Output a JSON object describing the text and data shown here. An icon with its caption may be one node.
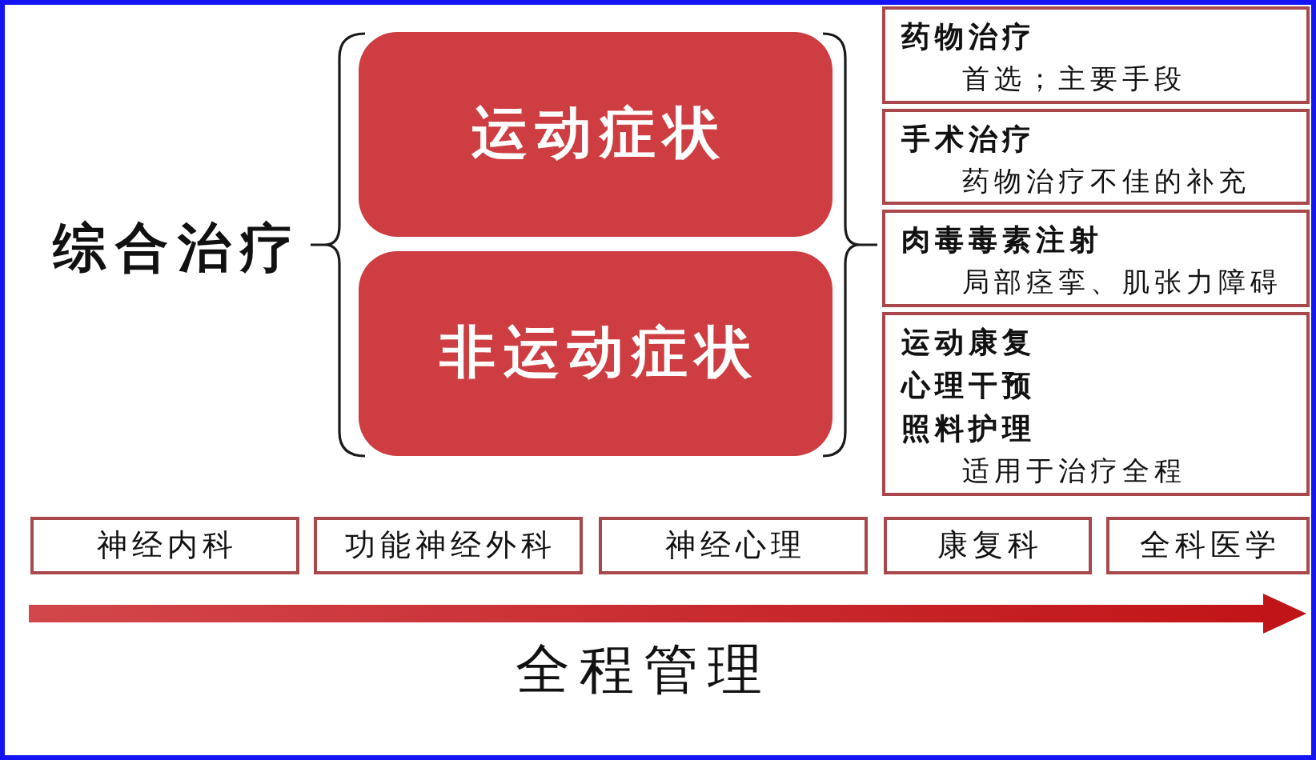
{
  "diagram": {
    "nodes": [
      {
        "text": [
          "运动症状"
        ]
      },
      {
        "text": [
          "非运动症状"
        ]
      },
      {
        "text": [
          "药物治疗",
          "首选；主要手段"
        ]
      },
      {
        "text": [
          "手术治疗",
          "药物治疗不佳的补充"
        ]
      },
      {
        "text": [
          "肉毒毒素注射",
          "局部痉挛、肌张力障碍"
        ]
      },
      {
        "text": [
          "运动康复",
          "心理干预",
          "照料护理",
          "适用于治疗全程"
        ]
      },
      {
        "text": [
          "神经内科"
        ]
      },
      {
        "text": [
          "功能神经外科"
        ]
      },
      {
        "text": [
          "神经心理"
        ]
      },
      {
        "text": [
          "康复科"
        ]
      },
      {
        "text": [
          "全科医学"
        ]
      }
    ],
    "labels": [
      "综合治疗",
      "全程管理"
    ]
  }
}
